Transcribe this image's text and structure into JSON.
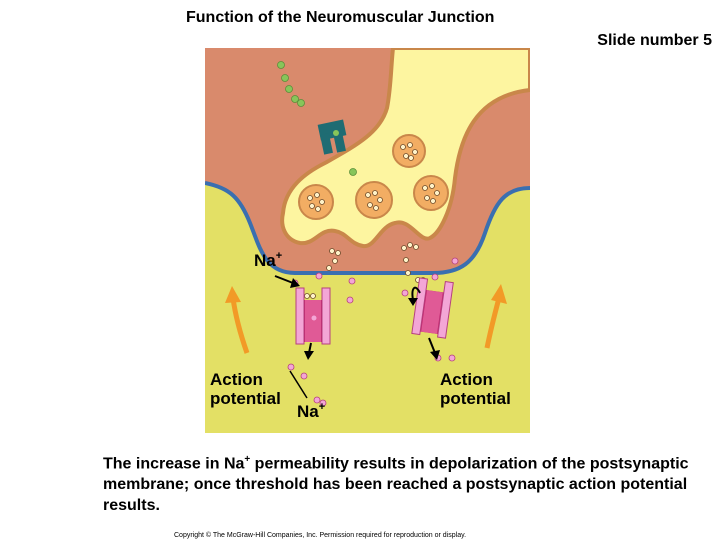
{
  "slide": {
    "title": "Function of the Neuromuscular Junction",
    "slide_number": "Slide number 5"
  },
  "diagram": {
    "labels": {
      "na_top": "Na",
      "na_top_sup": "+",
      "action_potential_left_line1": "Action",
      "action_potential_left_line2": "potential",
      "na_bottom": "Na",
      "na_bottom_sup": "+",
      "action_potential_right_line1": "Action",
      "action_potential_right_line2": "potential"
    },
    "colors": {
      "background_muscle": "#e3e065",
      "synaptic_cleft": "#d98a6c",
      "axon_terminal": "#fdf5a0",
      "axon_membrane": "#c9874a",
      "muscle_membrane": "#3a6fb0",
      "vesicle": "#f2ad63",
      "acetylcholine": "#f6c06a",
      "receptor_channel": "#c2226a",
      "sodium_ion": "#f3a6d6",
      "calcium_channel": "#1f6c73",
      "ca_ion": "#87c55a",
      "action_potential_arrow": "#f29a27"
    }
  },
  "caption": {
    "part1": "The increase in Na",
    "sup": "+",
    "part2": " permeability results in depolarization of the postsynaptic membrane; once threshold has been reached a postsynaptic action potential results."
  },
  "copyright": "Copyright © The McGraw-Hill Companies, Inc. Permission required for reproduction or display."
}
